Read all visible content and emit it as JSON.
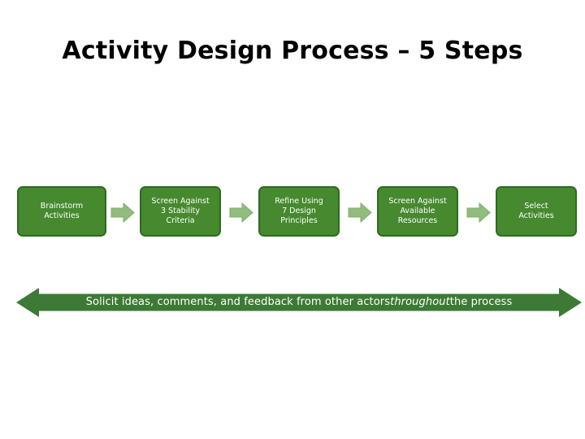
{
  "slide": {
    "title": "Activity Design Process – 5 Steps",
    "background_color": "#FFFFFF"
  },
  "colors": {
    "box_fill": "#46892F",
    "box_border": "#2F6B22",
    "box_text": "#FFFFFF",
    "connector_arrow": "#91BC7D",
    "connector_arrow_border": "#7FAE6B",
    "banner_fill": "#3C7A35",
    "banner_text": "#FFFFFF",
    "title_text": "#000000"
  },
  "process": {
    "steps": [
      {
        "id": "step-1",
        "label": "Brainstorm\nActivities"
      },
      {
        "id": "step-2",
        "label": "Screen Against\n3 Stability\nCriteria"
      },
      {
        "id": "step-3",
        "label": "Refine Using\n7 Design\nPrinciples"
      },
      {
        "id": "step-4",
        "label": "Screen Against\nAvailable\nResources"
      },
      {
        "id": "step-5",
        "label": "Select\nActivities"
      }
    ],
    "connectors": [
      {
        "id": "connector-1",
        "icon": "right-arrow-icon"
      },
      {
        "id": "connector-2",
        "icon": "right-arrow-icon"
      },
      {
        "id": "connector-3",
        "icon": "right-arrow-icon"
      },
      {
        "id": "connector-4",
        "icon": "right-arrow-icon"
      }
    ]
  },
  "banner": {
    "icon": "double-headed-arrow-icon",
    "text_before": "Solicit ideas, comments, and feedback from other actors ",
    "text_emphasis": "throughout",
    "text_after": " the process",
    "full_text": "Solicit ideas, comments, and feedback from other actors throughout the process"
  }
}
